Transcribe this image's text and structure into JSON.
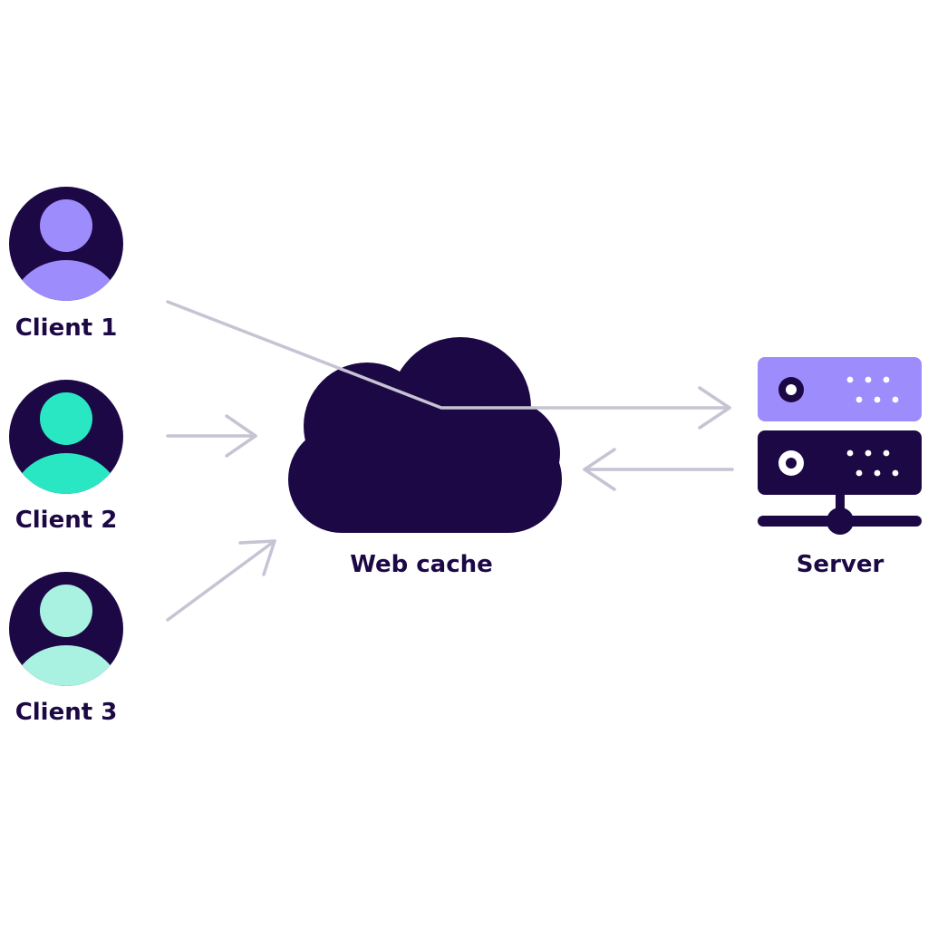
{
  "colors": {
    "dark": "#1c0845",
    "arrow": "#c6c4d2",
    "client1": "#9d8cfb",
    "client2": "#29e7c3",
    "client3": "#a9f2e1",
    "server_top": "#9d8cfb"
  },
  "clients": [
    {
      "label": "Client 1",
      "icon": "user-icon"
    },
    {
      "label": "Client 2",
      "icon": "user-icon"
    },
    {
      "label": "Client 3",
      "icon": "user-icon"
    }
  ],
  "cache": {
    "label": "Web cache",
    "icon": "cloud-icon"
  },
  "server": {
    "label": "Server",
    "icon": "server-icon"
  }
}
